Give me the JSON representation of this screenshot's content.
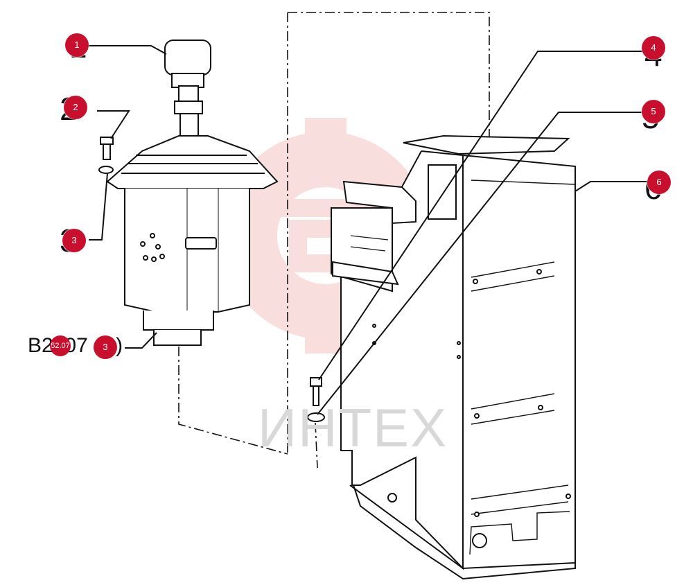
{
  "diagram": {
    "watermark_text": "ИНТЕХ",
    "reference_label": "B2207 (",
    "reference_label_tail": ")",
    "reference_badge": "52.07",
    "callouts": [
      {
        "id": "callout-1",
        "label": "1"
      },
      {
        "id": "callout-2",
        "label": "2"
      },
      {
        "id": "callout-3-top",
        "label": "3"
      },
      {
        "id": "callout-3-bottom",
        "label": "3"
      },
      {
        "id": "callout-4",
        "label": "4"
      },
      {
        "id": "callout-5",
        "label": "5"
      },
      {
        "id": "callout-6",
        "label": "6"
      }
    ],
    "ghost_numbers": [
      "1",
      "2",
      "3",
      "4",
      "5",
      "6"
    ],
    "accent_color": "#c8102e",
    "watermark_color": "#f3b8b8"
  }
}
